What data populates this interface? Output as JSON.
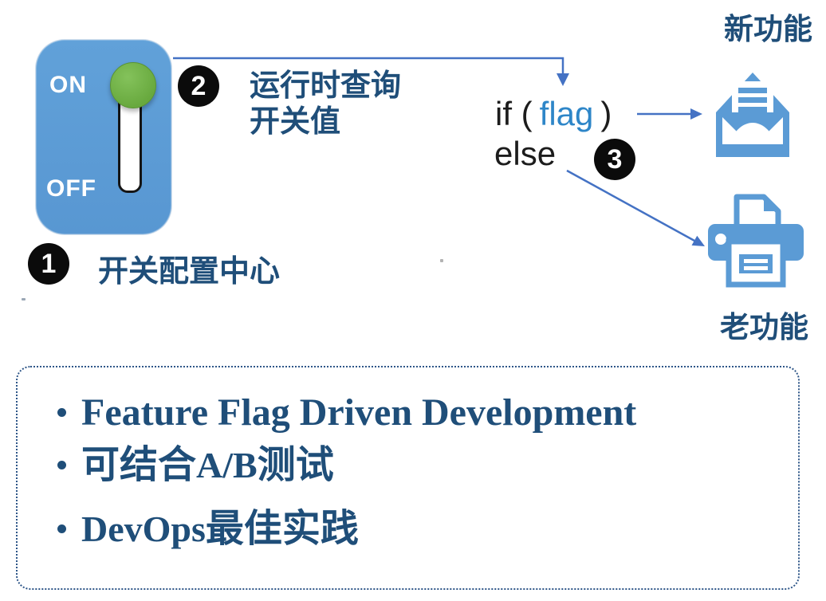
{
  "diagram": {
    "toggle": {
      "on": "ON",
      "off": "OFF"
    },
    "badges": {
      "step1": "1",
      "step2": "2",
      "step3": "3"
    },
    "labels": {
      "runtime_query_line1": "运行时查询",
      "runtime_query_line2": "开关值",
      "config_center": "开关配置中心",
      "new_feature": "新功能",
      "old_feature": "老功能"
    },
    "code": {
      "if_open": "if (",
      "flag": "flag",
      "if_close": ")",
      "else_keyword": "else"
    },
    "icons": {
      "new_feature": "open-mail-icon",
      "old_feature": "printer-icon"
    },
    "colors": {
      "toggle_blue": "#5B9BD5",
      "knob_green": "#6FAE46",
      "navy_text": "#1F4E79",
      "arrow_blue": "#4472C4",
      "flag_blue": "#2E86C8",
      "icon_blue": "#5B9BD5",
      "badge_black": "#0B0B0B",
      "box_border": "#2E5688"
    }
  },
  "summary_box": {
    "bullets": [
      {
        "segments": [
          {
            "style": "serif",
            "text": "Feature Flag Driven Development"
          }
        ]
      },
      {
        "segments": [
          {
            "style": "cjk",
            "text": "可结合"
          },
          {
            "style": "serif",
            "text": "A/B"
          },
          {
            "style": "cjk",
            "text": "测试"
          }
        ]
      },
      {
        "segments": [
          {
            "style": "serif",
            "text": "DevOps"
          },
          {
            "style": "cjk",
            "text": "最佳实践"
          }
        ]
      }
    ]
  }
}
